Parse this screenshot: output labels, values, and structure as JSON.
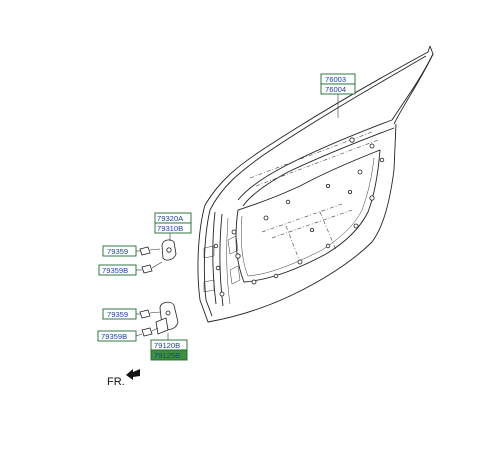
{
  "labels": {
    "door_top": "76003",
    "door_bottom": "76004",
    "upper_hinge_top": "79320A",
    "upper_hinge_bottom": "79310B",
    "upper_bolt_a": "79359",
    "upper_bolt_b": "79359B",
    "lower_bolt_a": "79359",
    "lower_bolt_b": "79359B",
    "lower_hinge_top": "79120B",
    "lower_hinge_bottom": "79125B"
  },
  "direction": {
    "text": "FR."
  },
  "colors": {
    "label_text": "#1a3fa8",
    "label_border": "#1a6b2c",
    "highlight_fill": "#3c8f3c",
    "line": "#222222"
  }
}
